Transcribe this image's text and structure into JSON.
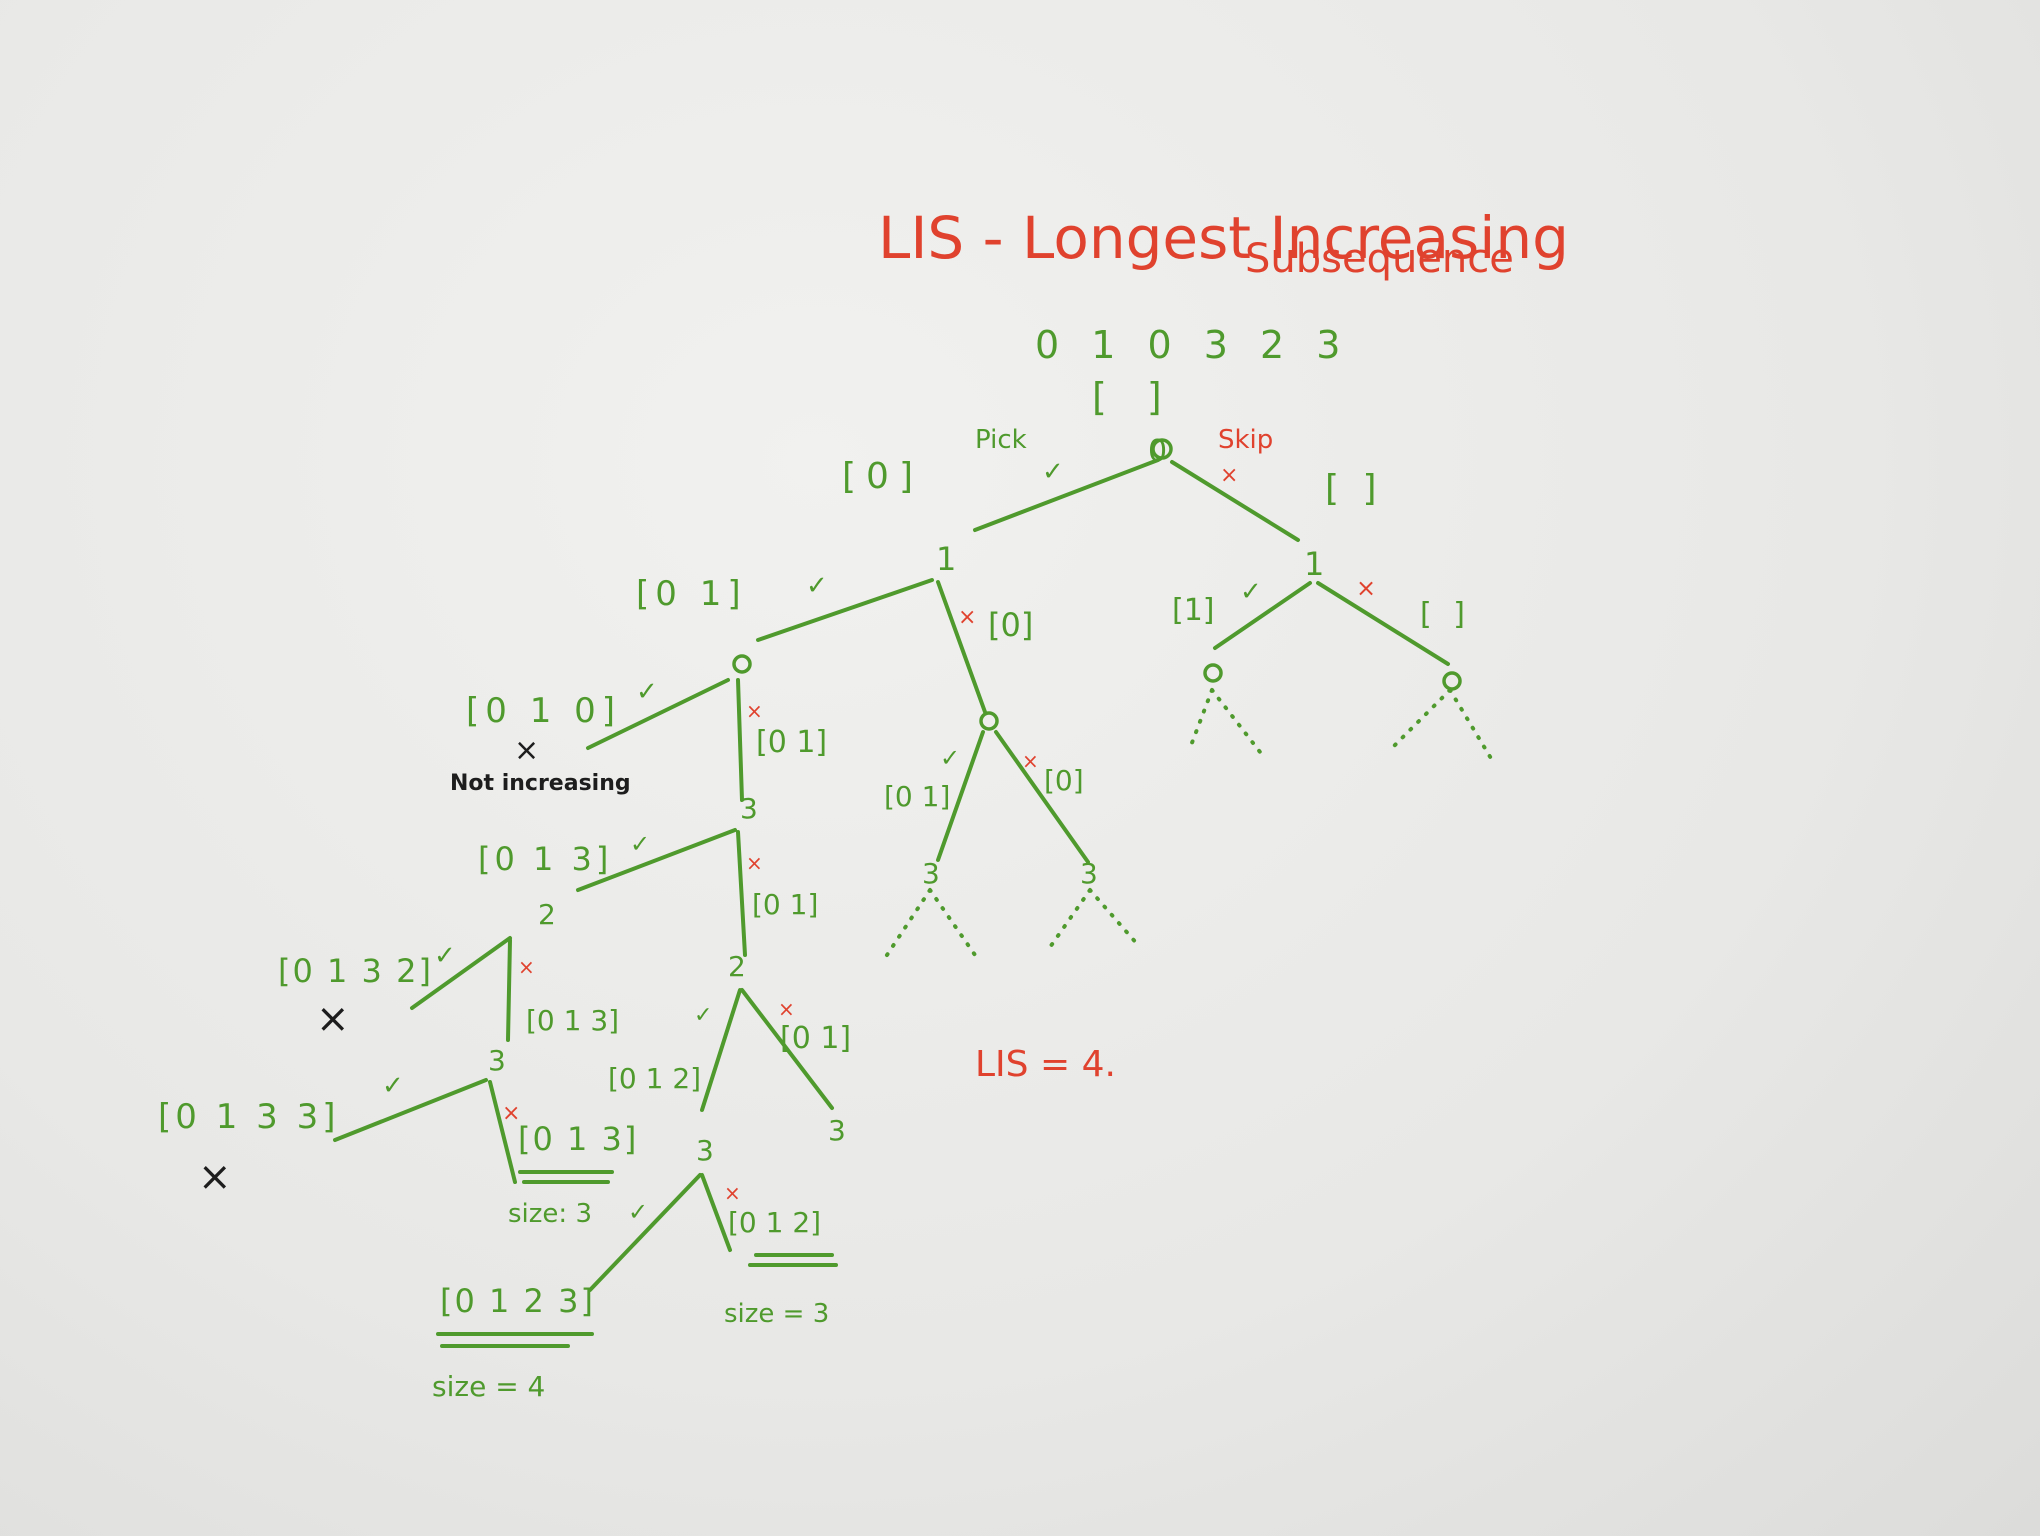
{
  "title": {
    "line1": "LIS - Longest Increasing",
    "line2": "Subsequence"
  },
  "input_sequence": "0 1 0 3 2 3",
  "root": {
    "value": "0",
    "list": "[ ]"
  },
  "legend": {
    "pick": "Pick",
    "skip": "Skip"
  },
  "marks": {
    "check": "✓",
    "cross": "×"
  },
  "lists": {
    "a": "[0]",
    "b": "[ ]",
    "c": "[0 1]",
    "d": "[0]",
    "e": "[1]",
    "f": "[ ]",
    "g": "[0 1 0]",
    "h": "[0 1]",
    "i": "[0 1]",
    "j": "[0]",
    "k": "[0 1 3]",
    "l": "[0 1]",
    "m": "[0 1 3 2]",
    "n": "[0 1 3]",
    "o": "[0 1 2]",
    "p": "[0 1]",
    "q": "[0 1 3 3]",
    "r": "[0 1 3]",
    "s": "[0 1 2 3]",
    "t": "[0 1 2]"
  },
  "nodes": {
    "n1a": "1",
    "n1b": "1",
    "n0a": "0",
    "n0b": "0",
    "n0c": "0",
    "n0d": "0",
    "n3a": "3",
    "n3b": "3",
    "n3c": "3",
    "n2a": "2",
    "n2b": "2",
    "n3d": "3",
    "n3e": "3",
    "n3f": "3"
  },
  "annotations": {
    "not_increasing": "Not increasing",
    "size_a": "size: 3",
    "size_b": "size = 3",
    "size_c": "size = 4",
    "result": "LIS = 4."
  },
  "colors": {
    "red_marker": "#e0422e",
    "green_marker": "#4f9a2d",
    "black_marker": "#1d1d1d",
    "board": "#ececea"
  }
}
